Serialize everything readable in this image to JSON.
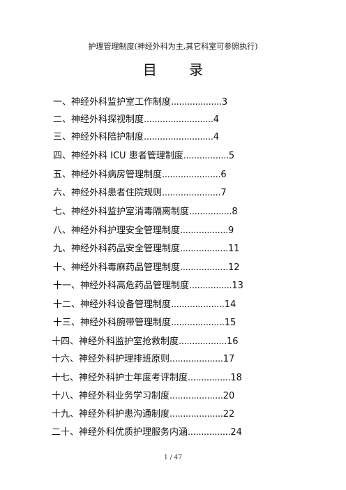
{
  "header": {
    "title": "护理管理制度(神经外科为主,其它科室可参照执行)"
  },
  "toc": {
    "heading": "目  录",
    "items": [
      {
        "number": "一、",
        "text": "神经外科监护室工作制度",
        "dots": "...................",
        "page": "3"
      },
      {
        "number": "二、",
        "text": "神经外科探视制度",
        "dots": "..........................",
        "page": "4"
      },
      {
        "number": "三、",
        "text": "神经外科陪护制度",
        "dots": "..........................",
        "page": "4"
      },
      {
        "number": "四、",
        "text": "神经外科 ICU 患者管理制度",
        "dots": ".................",
        "page": "5"
      },
      {
        "number": "五、",
        "text": "神经外科病房管理制度",
        "dots": "......................",
        "page": "6"
      },
      {
        "number": "六、",
        "text": "神经外科患者住院规则",
        "dots": "......................",
        "page": "7"
      },
      {
        "number": "七、",
        "text": "神经外科监护室消毒隔离制度",
        "dots": "................",
        "page": "8"
      },
      {
        "number": "八、",
        "text": "神经外科护理安全管理制度",
        "dots": "..................",
        "page": "9"
      },
      {
        "number": "九、",
        "text": "神经外科药品安全管理制度",
        "dots": "..................",
        "page": "11"
      },
      {
        "number": "十、",
        "text": "神经外科毒麻药品管理制度",
        "dots": "..................",
        "page": "12"
      },
      {
        "number": "十一、",
        "text": "神经外科高危药品管理制度",
        "dots": "................",
        "page": "13"
      },
      {
        "number": "十二、",
        "text": "神经外科设备管理制度",
        "dots": "....................",
        "page": "14"
      },
      {
        "number": "十三、",
        "text": "神经外科腕带管理制度",
        "dots": "....................",
        "page": "15"
      },
      {
        "number": "十四、",
        "text": "神经外科监护室抢救制度",
        "dots": "..................",
        "page": "16"
      },
      {
        "number": "十六、",
        "text": "神经外科护理排班原则",
        "dots": "....................",
        "page": "17"
      },
      {
        "number": "十七、",
        "text": "神经外科护士年度考评制度",
        "dots": "................",
        "page": "18"
      },
      {
        "number": "十八、",
        "text": "神经外科业务学习制度",
        "dots": "....................",
        "page": "20"
      },
      {
        "number": "十九、",
        "text": "神经外科护患沟通制度",
        "dots": "....................",
        "page": "22"
      },
      {
        "number": "二十、",
        "text": "神经外科优质护理服务内涵",
        "dots": "................",
        "page": "24"
      }
    ]
  },
  "footer": {
    "page_indicator": "1 / 47"
  }
}
